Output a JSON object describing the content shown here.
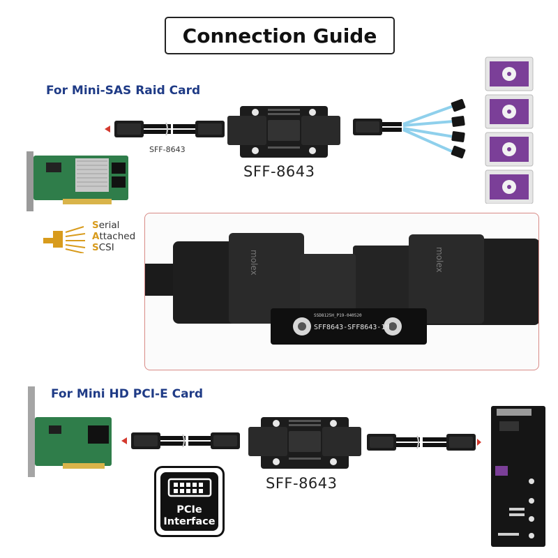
{
  "title": "Connection Guide",
  "sections": {
    "top": {
      "label": "For Mini-SAS Raid Card",
      "cable_label": "SFF-8643",
      "connector_label": "SFF-8643"
    },
    "bottom": {
      "label": "For Mini HD PCI-E Card",
      "connector_label": "SFF-8643"
    }
  },
  "sas_logo": {
    "line1_initial": "S",
    "line1_rest": "erial",
    "line2_initial": "A",
    "line2_rest": "ttached",
    "line3_initial": "S",
    "line3_rest": "CSI"
  },
  "pcie_badge": {
    "line1": "PCIe",
    "line2": "Interface"
  },
  "photo": {
    "pcb_text": "SFF8643-SFF8643-1M",
    "pcb_small_text": "SSD8125H_P19-040520",
    "brand_left": "molex",
    "brand_right": "molex"
  },
  "colors": {
    "title_border": "#222222",
    "section_label": "#1f3b86",
    "frame_border": "#d88a86",
    "sas_accent": "#d89b1c",
    "drive_label": "#7b3f98"
  }
}
